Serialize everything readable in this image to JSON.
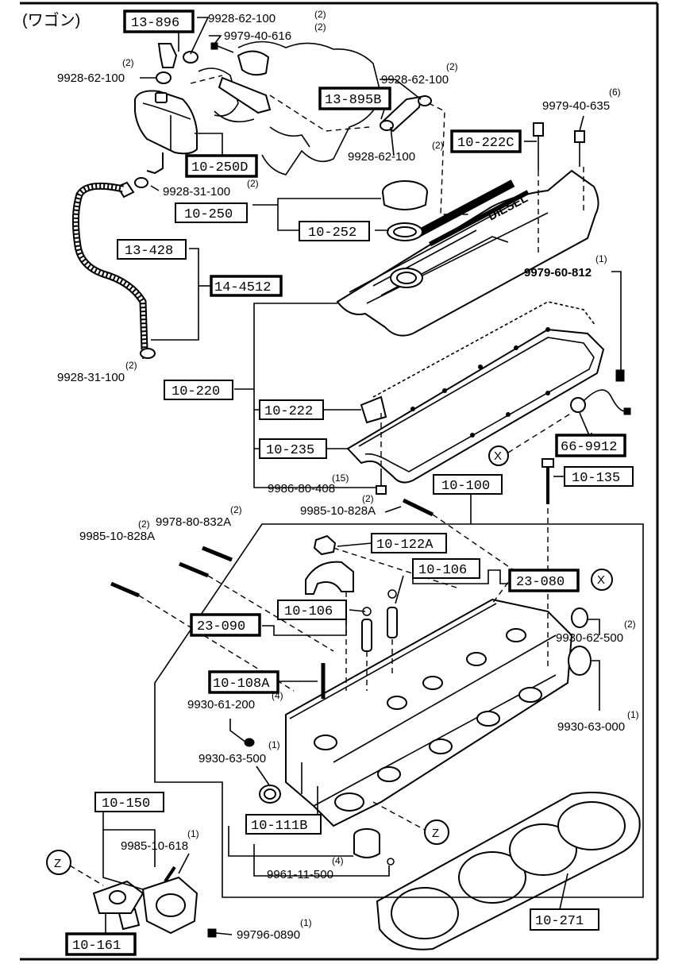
{
  "header": {
    "title": "(ワゴン)"
  },
  "codes": {
    "c13_896": "13-896",
    "c13_895b": "13-895B",
    "c10_222c": "10-222C",
    "c10_250d": "10-250D",
    "c10_250": "10-250",
    "c10_252": "10-252",
    "c13_428": "13-428",
    "c14_4512": "14-4512",
    "c10_220": "10-220",
    "c10_222": "10-222",
    "c10_235": "10-235",
    "c66_9912": "66-9912",
    "c10_100": "10-100",
    "c10_135": "10-135",
    "c10_122a": "10-122A",
    "c10_106a": "10-106",
    "c10_106b": "10-106",
    "c23_080": "23-080",
    "c23_090": "23-090",
    "c10_108a": "10-108A",
    "c10_150": "10-150",
    "c10_111b": "10-111B",
    "c10_161": "10-161",
    "c10_271": "10-271"
  },
  "parts": {
    "p1": {
      "num": "9928-62-100",
      "qty": "(2)"
    },
    "p2": {
      "num": "9979-40-616",
      "qty": "(2)"
    },
    "p3": {
      "num": "9928-62-100",
      "qty": "(2)"
    },
    "p4": {
      "num": "9928-62-100",
      "qty": "(2)"
    },
    "p5": {
      "num": "9979-40-635",
      "qty": "(6)"
    },
    "p6": {
      "num": "9928-62-100",
      "qty": "(2)"
    },
    "p7": {
      "num": "9928-31-100",
      "qty": "(2)"
    },
    "p8": {
      "num": "9979-60-812",
      "qty": "(1)"
    },
    "p9": {
      "num": "9928-31-100",
      "qty": "(2)"
    },
    "p10": {
      "num": "9986-80-408",
      "qty": "(15)"
    },
    "p11": {
      "num": "9985-10-828A",
      "qty": "(2)"
    },
    "p12": {
      "num": "9978-80-832A",
      "qty": "(2)"
    },
    "p13": {
      "num": "9985-10-828A",
      "qty": "(2)"
    },
    "p14": {
      "num": "9930-62-500",
      "qty": "(2)"
    },
    "p15": {
      "num": "9930-61-200",
      "qty": "(4)"
    },
    "p16": {
      "num": "9930-63-000",
      "qty": "(1)"
    },
    "p17": {
      "num": "9930-63-500",
      "qty": "(1)"
    },
    "p18": {
      "num": "9985-10-618",
      "qty": "(1)"
    },
    "p19": {
      "num": "9961-11-500",
      "qty": "(4)"
    },
    "p20": {
      "num": "99796-0890",
      "qty": "(1)"
    }
  },
  "refs": {
    "x1": "X",
    "x2": "X",
    "z1": "Z",
    "z2": "Z"
  },
  "cover_text": "DIESEL"
}
